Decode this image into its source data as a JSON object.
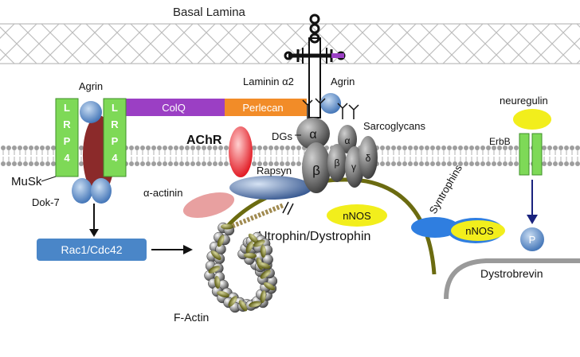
{
  "labels": {
    "basal_lamina": "Basal Lamina",
    "agrin_left": "Agrin",
    "agrin_right": "Agrin",
    "laminin": "Laminin α2",
    "colq": "ColQ",
    "perlecan": "Perlecan",
    "lrp4_left": [
      "L",
      "R",
      "P",
      "4"
    ],
    "lrp4_right": [
      "L",
      "R",
      "P",
      "4"
    ],
    "achr": "AChR",
    "dgs": "DGs",
    "sarcoglycans": "Sarcoglycans",
    "alpha_dg": "α",
    "beta_dg": "β",
    "sg_alpha": "α",
    "sg_beta": "β",
    "sg_gamma": "γ",
    "sg_delta": "δ",
    "musk": "MuSk",
    "dok7": "Dok-7",
    "rapsyn": "Rapsyn",
    "alpha_actinin": "α-actinin",
    "rac1": "Rac1/Cdc42",
    "nnos_center": "nNOS",
    "nnos_right": "nNOS",
    "utrophin": "Utrophin/Dystrophin",
    "syntrophins": "Syntrophins",
    "neuregulin": "neuregulin",
    "erbb": "ErbB",
    "p": "P",
    "dystrobrevin": "Dystrobrevin",
    "factin": "F-Actin"
  },
  "colors": {
    "lrp4": "#7ed957",
    "colq": "#9b3fc4",
    "perlecan": "#f28c28",
    "musk": "#8b2a2a",
    "blue": "#4a86c8",
    "achr": "#e8141c",
    "olive": "#6b6b10",
    "nnos": "#f2ee1c",
    "actinin": "#e8a0a0"
  }
}
